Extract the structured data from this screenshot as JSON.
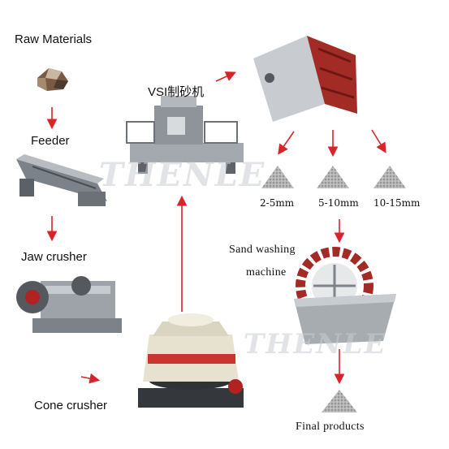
{
  "labels": {
    "raw_materials": "Raw Materials",
    "feeder": "Feeder",
    "jaw_crusher": "Jaw crusher",
    "cone_crusher": "Cone crusher",
    "vsi": "VSI制砂机",
    "size_1": "2-5mm",
    "size_2": "5-10mm",
    "size_3": "10-15mm",
    "sand_washing_1": "Sand washing",
    "sand_washing_2": "machine",
    "final_products": "Final products"
  },
  "watermark": "THENLE",
  "colors": {
    "arrow": "#d8232a",
    "machine_gray": "#9aa0a6",
    "machine_red": "#a52a2a",
    "sand": "#8c8c8c"
  }
}
